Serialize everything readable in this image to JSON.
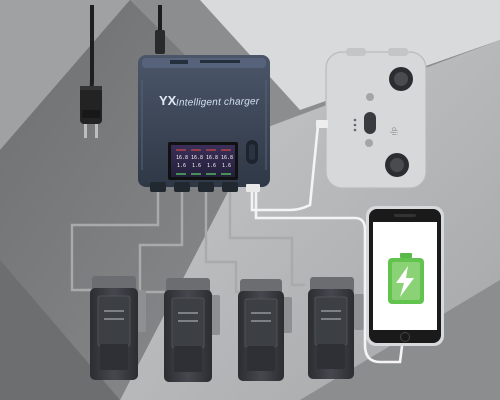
{
  "product": {
    "charger_label": "Intelligent charger",
    "charger_logo": "YX",
    "battery_count": 4,
    "phone_battery_level": 0.8
  },
  "display": {
    "readouts": [
      "16.8",
      "16.8",
      "16.8",
      "16.8"
    ],
    "currents": [
      "1.6",
      "1.6",
      "1.6",
      "1.6"
    ]
  },
  "colors": {
    "background": "#8e8f91",
    "charger_body": "#3e4a5c",
    "controller": "#d7d8da",
    "battery_body": "#3b3d42",
    "battery_bar": "#63c34f",
    "cable_white": "#f2f2f2",
    "cable_gray": "#a8a9ab"
  },
  "icons": {
    "plug": "power-plug-icon",
    "lightning": "lightning-bolt-icon"
  }
}
